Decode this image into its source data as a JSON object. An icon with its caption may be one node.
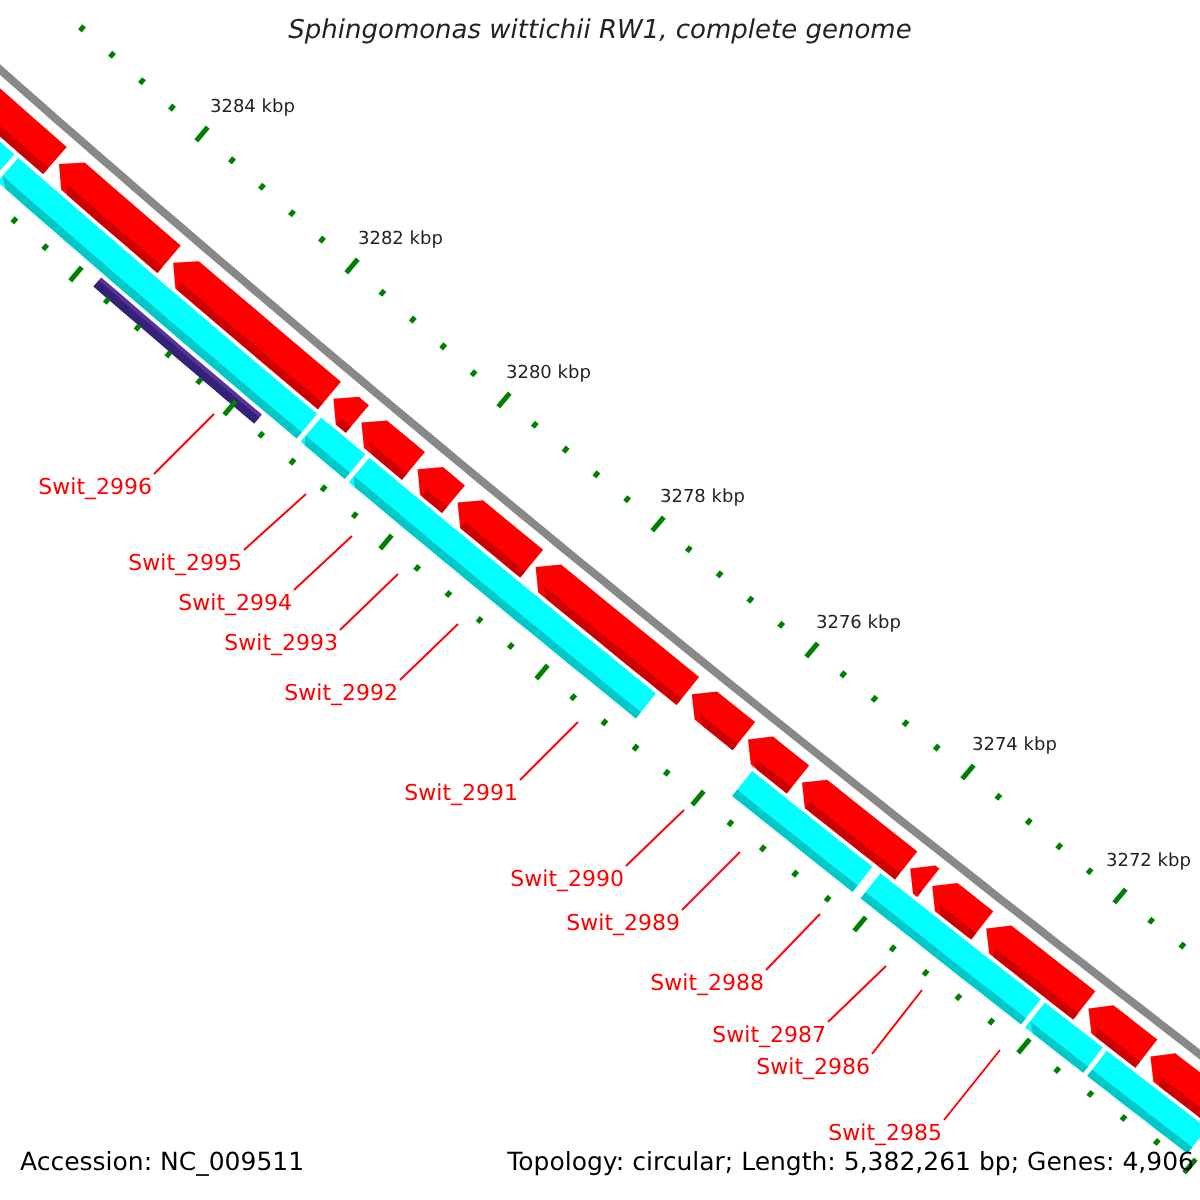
{
  "diagram": {
    "title": "Sphingomonas wittichii RW1, complete genome",
    "nodes": [
      {
        "text": [
          "Swit_2996"
        ]
      },
      {
        "text": [
          "Swit_2995"
        ]
      },
      {
        "text": [
          "Swit_2994"
        ]
      },
      {
        "text": [
          "Swit_2993"
        ]
      },
      {
        "text": [
          "Swit_2992"
        ]
      },
      {
        "text": [
          "Swit_2991"
        ]
      },
      {
        "text": [
          "Swit_2990"
        ]
      },
      {
        "text": [
          "Swit_2989"
        ]
      },
      {
        "text": [
          "Swit_2988"
        ]
      },
      {
        "text": [
          "Swit_2987"
        ]
      },
      {
        "text": [
          "Swit_2986"
        ]
      },
      {
        "text": [
          "Swit_2985"
        ]
      }
    ],
    "edges": [
      {
        "from": 0,
        "to": null,
        "arrow": "none"
      },
      {
        "from": 1,
        "to": null,
        "arrow": "none"
      },
      {
        "from": 2,
        "to": null,
        "arrow": "none"
      },
      {
        "from": 3,
        "to": null,
        "arrow": "none"
      },
      {
        "from": 4,
        "to": null,
        "arrow": "none"
      },
      {
        "from": 5,
        "to": null,
        "arrow": "none"
      },
      {
        "from": 6,
        "to": null,
        "arrow": "none"
      },
      {
        "from": 7,
        "to": null,
        "arrow": "none"
      },
      {
        "from": 8,
        "to": null,
        "arrow": "none"
      },
      {
        "from": 9,
        "to": null,
        "arrow": "none"
      },
      {
        "from": 10,
        "to": null,
        "arrow": "none"
      },
      {
        "from": 11,
        "to": null,
        "arrow": "none"
      }
    ],
    "labels": [
      "3284 kbp",
      "3282 kbp",
      "3280 kbp",
      "3278 kbp",
      "3276 kbp",
      "3274 kbp",
      "3272 kbp",
      "Accession: NC_009511",
      "Topology: circular; Length: 5,382,261 bp; Genes: 4,906"
    ]
  }
}
